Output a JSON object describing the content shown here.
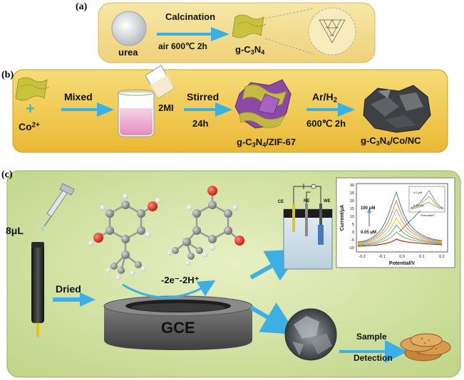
{
  "panel_a": {
    "label": "(a)",
    "urea": "urea",
    "step": "Calcination",
    "condition": "air 600℃ 2h",
    "product_base": "g-C",
    "product_sub1": "3",
    "product_mid": "N",
    "product_sub2": "4"
  },
  "panel_b": {
    "label": "(b)",
    "plus": "+",
    "co_base": "Co",
    "co_sup": "2+",
    "mixed": "Mixed",
    "reagent": "2MI",
    "stirred": "Stirred",
    "stirred_time": "24h",
    "intermediate_base": "g-C",
    "intermediate_sub1": "3",
    "intermediate_mid": "N",
    "intermediate_sub2": "4",
    "intermediate_tail": "/ZIF-67",
    "gas_base": "Ar/H",
    "gas_sub": "2",
    "gas_condition": "600℃ 2h",
    "final_base": "g-C",
    "final_sub1": "3",
    "final_mid": "N",
    "final_sub2": "4",
    "final_tail": "/Co/NC"
  },
  "panel_c": {
    "label": "(c)",
    "volume": "8μL",
    "dried": "Dried",
    "electrode": "GCE",
    "reaction": "-2e⁻-2H⁺",
    "cell_ce": "CE",
    "cell_re": "RE",
    "cell_we": "WE",
    "sample": "Sample",
    "detection": "Detection",
    "inset": {
      "ylabel": "Current/μA",
      "xlabel": "Potential/V",
      "y_ticks": [
        "30",
        "25",
        "20",
        "15",
        "10",
        "5",
        "0",
        "-5",
        "-10"
      ],
      "x_ticks": [
        "-0.2",
        "-0.1",
        "0.0",
        "0.1",
        "0.2"
      ],
      "high_label": "100 μM",
      "low_label": "0.05 μM",
      "mini_high": "4.0 μM",
      "mini_low": "0.05 μM",
      "mini_xlabel": "Potential/V"
    }
  },
  "colors": {
    "panel_a_fill": "#f4dc8c",
    "panel_b_fill": "#f2ca52",
    "panel_c_fill": "#d6e4a2",
    "arrow_blue": "#3cb0e4",
    "graphene": "#c9c23e",
    "zif_purple": "#8a4aa4"
  }
}
